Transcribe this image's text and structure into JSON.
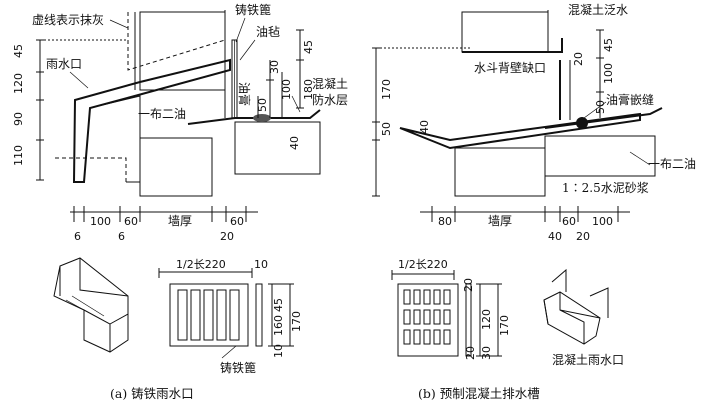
{
  "diagram_a": {
    "labels": {
      "dashed_plaster": "虚线表示抹灰",
      "cast_iron_grate": "铸铁篦",
      "oil_felt": "油毡",
      "rain_outlet": "雨水口",
      "sealant": "油膏",
      "one_cloth_two_oil": "一布二油",
      "waterproof_line1": "混凝土",
      "waterproof_line2": "防水层"
    },
    "dims_left": [
      "45",
      "120",
      "90",
      "110"
    ],
    "dims_right": [
      "45",
      "180",
      "30",
      "100",
      "50",
      "40"
    ],
    "dims_bottom": [
      "100",
      "60",
      "墙厚",
      "60"
    ],
    "dims_bottom_small": [
      "6",
      "6",
      "20"
    ],
    "caption": "(a) 铸铁雨水口"
  },
  "diagram_b": {
    "labels": {
      "concrete_flashing": "混凝土泛水",
      "outlet_back_wall_notch": "水斗背壁缺口",
      "oil_paste_caulk": "油膏嵌缝",
      "one_cloth_two_oil": "一布二油",
      "cement_mortar": "1∶2.5水泥砂浆"
    },
    "dims_left": [
      "170",
      "50",
      "40"
    ],
    "dims_right": [
      "45",
      "100",
      "20",
      "50"
    ],
    "dims_bottom": [
      "80",
      "墙厚",
      "60",
      "100"
    ],
    "dims_bottom_small": [
      "40",
      "20"
    ],
    "caption": "(b) 预制混凝土排水槽"
  },
  "grate_a": {
    "width_label": "1/2长220",
    "top_dim": "10",
    "right_dims": [
      "45",
      "160",
      "170"
    ],
    "bottom_dim": "10",
    "label": "铸铁篦"
  },
  "grate_b": {
    "width_label": "1/2长220",
    "right_dims": [
      "20",
      "120",
      "170",
      "30",
      "20"
    ]
  },
  "outlet_b_label": "混凝土雨水口",
  "colors": {
    "ink": "#111111",
    "background": "#ffffff"
  }
}
